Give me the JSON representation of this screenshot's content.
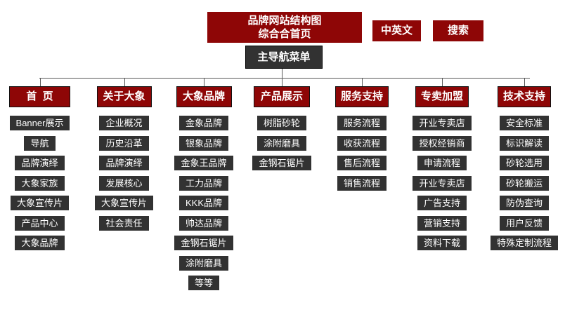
{
  "title": {
    "line1": "品牌网站结构图",
    "line2": "综合合首页"
  },
  "top_buttons": [
    {
      "label": "中英文"
    },
    {
      "label": "搜索"
    }
  ],
  "main_nav": {
    "label": "主导航菜单"
  },
  "colors": {
    "accent_red": "#8E0606",
    "node_dark": "#323232",
    "line_gray": "#595959"
  },
  "columns": [
    {
      "header": "首  页",
      "items": [
        "Banner展示",
        "导航",
        "品牌演绎",
        "大象家族",
        "大象宣传片",
        "产品中心",
        "大象品牌"
      ]
    },
    {
      "header": "关于大象",
      "items": [
        "企业概况",
        "历史沿革",
        "品牌演绎",
        "发展核心",
        "大象宣传片",
        "社会责任"
      ]
    },
    {
      "header": "大象品牌",
      "items": [
        "金象品牌",
        "银象品牌",
        "金象王品牌",
        "工力品牌",
        "KKK品牌",
        "帅达品牌",
        "金钢石锯片",
        "涂附磨具",
        "等等"
      ]
    },
    {
      "header": "产品展示",
      "items": [
        "树脂砂轮",
        "涂附磨具",
        "金钢石锯片"
      ]
    },
    {
      "header": "服务支持",
      "items": [
        "服务流程",
        "收获流程",
        "售后流程",
        "销售流程"
      ]
    },
    {
      "header": "专卖加盟",
      "items": [
        "开业专卖店",
        "授权经销商",
        "申请流程",
        "开业专卖店",
        "广告支持",
        "营销支持",
        "资料下载"
      ]
    },
    {
      "header": "技术支持",
      "items": [
        "安全标准",
        "标识解读",
        "砂轮选用",
        "砂轮搬运",
        "防伪查询",
        "用户反馈",
        "特殊定制流程"
      ]
    }
  ]
}
